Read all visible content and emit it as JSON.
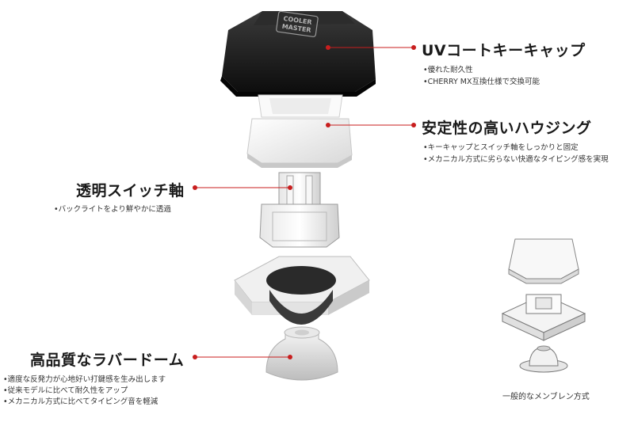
{
  "keycap": {
    "logo_line1": "COOLER",
    "logo_line2": "MASTER",
    "title": "UVコートキーキャップ",
    "bullets": [
      "•優れた耐久性",
      "•CHERRY MX互換仕様で交換可能"
    ]
  },
  "housing": {
    "title": "安定性の高いハウジング",
    "bullets": [
      "•キーキャップとスイッチ軸をしっかりと固定",
      "•メカニカル方式に劣らない快適なタイピング感を実現"
    ]
  },
  "stem": {
    "title": "透明スイッチ軸",
    "bullets": [
      "•バックライトをより鮮やかに透過"
    ]
  },
  "dome": {
    "title": "高品質なラバードーム",
    "bullets": [
      "•適度な反発力が心地好い打鍵感を生み出します",
      "•従来モデルに比べて耐久性をアップ",
      "•メカニカル方式に比べてタイピング音を軽減"
    ]
  },
  "membrane": {
    "caption": "一般的なメンブレン方式"
  },
  "colors": {
    "accent": "#c81e1e",
    "keycap": "#1a1a1a",
    "housing": "#f2f2f2"
  }
}
